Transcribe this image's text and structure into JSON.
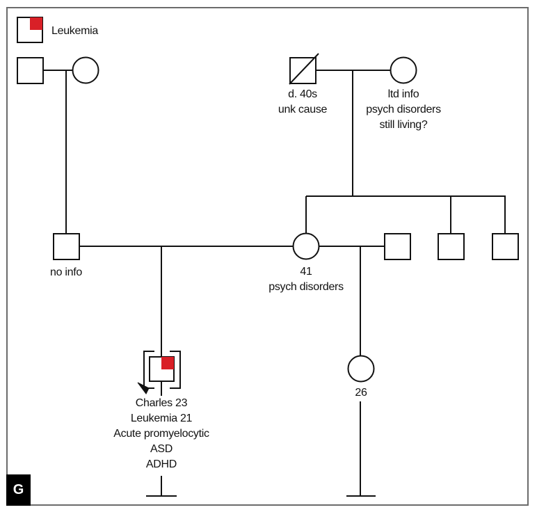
{
  "legend": {
    "label": "Leukemia",
    "color": "#d92027"
  },
  "panel_label": "G",
  "individuals": {
    "maternal_grandfather": {
      "sex": "male",
      "lines": []
    },
    "maternal_grandmother": {
      "sex": "female",
      "lines": []
    },
    "paternal_grandfather": {
      "sex": "male",
      "deceased": true,
      "lines": [
        "d. 40s",
        "unk cause"
      ]
    },
    "paternal_grandmother": {
      "sex": "female",
      "lines": [
        "ltd info",
        "psych disorders",
        "still living?"
      ]
    },
    "father": {
      "sex": "male",
      "lines": [
        "no info"
      ]
    },
    "mother": {
      "sex": "female",
      "lines": [
        "41",
        "psych disorders"
      ]
    },
    "mother_partner": {
      "sex": "male",
      "lines": []
    },
    "uncle_1": {
      "sex": "male",
      "lines": []
    },
    "uncle_2": {
      "sex": "male",
      "lines": []
    },
    "proband": {
      "sex": "male",
      "affected": "Leukemia",
      "adopted": true,
      "proband": true,
      "lines": [
        "Charles 23",
        "Leukemia 21",
        "Acute promyelocytic",
        "ASD",
        "ADHD"
      ]
    },
    "half_sister": {
      "sex": "female",
      "lines": [
        "26"
      ]
    }
  }
}
